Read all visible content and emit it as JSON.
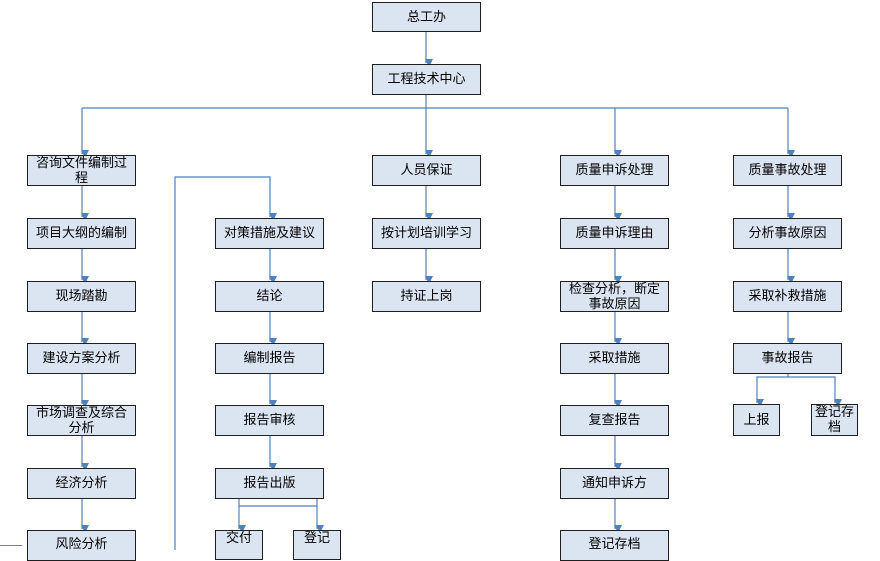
{
  "nodes": {
    "top_office": "总工办",
    "eng_center": "工程技术中心",
    "consult_process": "咨询文件编制过程",
    "project_outline": "项目大纲的编制",
    "site_survey": "现场踏勘",
    "construction_plan": "建设方案分析",
    "market_survey": "市场调查及综合分析",
    "economic_analysis": "经济分析",
    "risk_analysis": "风险分析",
    "measures": "对策措施及建议",
    "conclusion": "结论",
    "compile_report": "编制报告",
    "report_review": "报告审核",
    "report_publish": "报告出版",
    "deliver": "交付",
    "register_left": "登记",
    "personnel": "人员保证",
    "training": "按计划培训学习",
    "certified": "持证上岗",
    "complaint": "质量申诉处理",
    "complaint_reason": "质量申诉理由",
    "inspect": "检查分析，断定事故原因",
    "take_measures": "采取措施",
    "review_report": "复查报告",
    "notify": "通知申诉方",
    "register_archive": "登记存档",
    "accident": "质量事故处理",
    "accident_cause": "分析事故原因",
    "remedy": "采取补救措施",
    "accident_report": "事故报告",
    "report_up": "上报",
    "register_archive_2": "登记存档"
  },
  "colors": {
    "box_fill": "#dbe5f1",
    "box_border": "#1f1f1f",
    "connector": "#4f81bd"
  }
}
